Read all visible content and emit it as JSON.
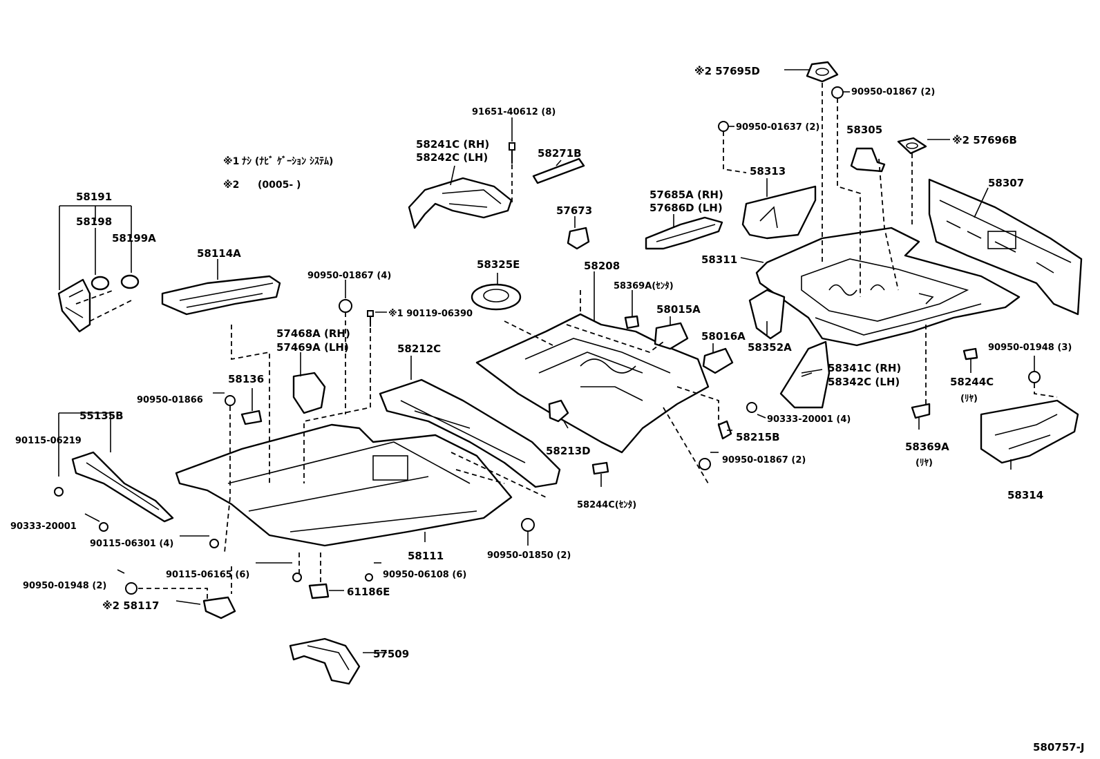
{
  "diagram": {
    "drawing_number": "580757-J",
    "notes": [
      {
        "marker": "※1",
        "text": "ﾅｼ (ﾅﾋﾞ ｹﾞｰｼｮﾝ  ｼｽﾃﾑ)"
      },
      {
        "marker": "※2",
        "text": "(0005-          )"
      }
    ],
    "labels": {
      "p57695D": "※2 57695D",
      "p90950_01867_2a": "90950-01867 (2)",
      "p90950_01637": "90950-01637 (2)",
      "p58305": "58305",
      "p57696B": "※2  57696B",
      "p58313": "58313",
      "p58307": "58307",
      "p57685A": "57685A (RH)",
      "p57686D": "57686D (LH)",
      "p58311": "58311",
      "p91651": "91651-40612 (8)",
      "p58241C": "58241C (RH)",
      "p58242C": "58242C (LH)",
      "p58271B": "58271B",
      "p57673": "57673",
      "p58191": "58191",
      "p58198": "58198",
      "p58199A": "58199A",
      "p58114A": "58114A",
      "p58325E": "58325E",
      "p58208": "58208",
      "p58369A_center": "58369A(ｾﾝﾀ)",
      "p58015A": "58015A",
      "p90950_01867_4": "90950-01867 (4)",
      "p90119": "※1  90119-06390",
      "p58016A": "58016A",
      "p58352A": "58352A",
      "p90950_01948_3": "90950-01948 (3)",
      "p57468A": "57468A (RH)",
      "p57469A": "57469A (LH)",
      "p58212C": "58212C",
      "p58341C": "58341C (RH)",
      "p58342C": "58342C (LH)",
      "p58136": "58136",
      "p58244C_rear": "58244C",
      "p58244C_rear_note": "(ﾘﾔ)",
      "p90950_01866": "90950-01866",
      "p90333_20001_4": "90333-20001 (4)",
      "p55135B": "55135B",
      "p90115_06219": "90115-06219",
      "p58215B": "58215B",
      "p58369A_rear": "58369A",
      "p58369A_rear_note": "(ﾘﾔ)",
      "p58213D": "58213D",
      "p90950_01867_2b": "90950-01867 (2)",
      "p58314": "58314",
      "p58244C_center": "58244C(ｾﾝﾀ)",
      "p90333_20001": "90333-20001",
      "p90115_06301": "90115-06301 (4)",
      "p58111": "58111",
      "p90950_01850": "90950-01850 (2)",
      "p90115_06165": "90115-06165 (6)",
      "p90950_06108": "90950-06108 (6)",
      "p90950_01948_2": "90950-01948 (2)",
      "p61186E": "61186E",
      "p58117": "※2 58117",
      "p57509": "57509"
    }
  }
}
